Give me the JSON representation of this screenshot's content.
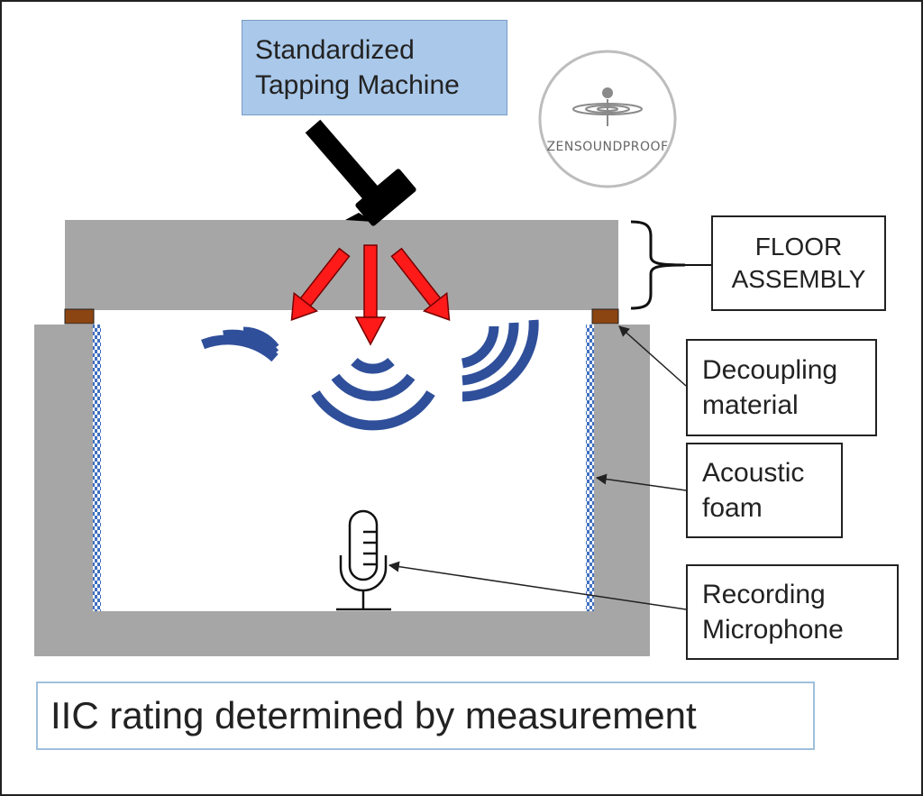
{
  "labels": {
    "machine_line1": "Standardized",
    "machine_line2": "Tapping Machine",
    "floor_line1": "FLOOR",
    "floor_line2": "ASSEMBLY",
    "decoupling_line1": "Decoupling",
    "decoupling_line2": "material",
    "foam_line1": "Acoustic",
    "foam_line2": "foam",
    "mic_line1": "Recording",
    "mic_line2": "Microphone",
    "caption": "IIC rating determined by measurement"
  },
  "logo": {
    "text": "ZENSOUNDPROOF"
  },
  "colors": {
    "concrete": "#a6a6a6",
    "arrow_red": "#ff1a1a",
    "wave_blue": "#2f4f9a",
    "decoupler_brown": "#8b4513",
    "foam_blue": "#3f6fc0",
    "machine_box": "#a9c8ea"
  }
}
